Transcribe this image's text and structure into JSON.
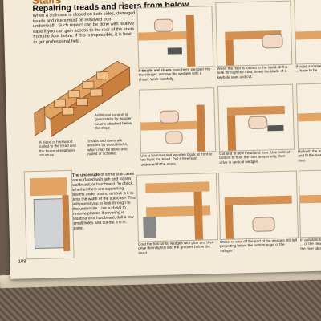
{
  "chapter": "Stairs",
  "title": "Repairing treads and risers from below",
  "intro": "When a staircase is closed on both sides, damaged treads and risers must be removed from underneath. Such repairs can be done with relative ease if you can gain access to the rear of the stairs from the floor below. If this is impossible, it is best to get professional help.",
  "figure_captions": {
    "plywood": "A piece of hardwood nailed to the tread and the beam strengthens structure",
    "support": "Additional support is given stairs by wooden beams attached below the steps",
    "glue_blocks": "Treads and risers are secured by wood blocks, which may be glued and nailed or screwed"
  },
  "underside": {
    "lead": "The underside",
    "text": " of some staircases are surfaced with lath and plaster, wallboard, or hardboard. To check whether there are supporting beams under stairs, remove a 6 in. strip the width of the staircase. This will permit you to look through to the underside. Use a chisel to remove plaster. If covering is wallboard or hardboard, drill a few small holes and cut out a 6-in. panel."
  },
  "steps": [
    {
      "lead": "If treads and risers",
      "text": " have been wedged into the stringer, remove the wedges with a chisel. Work carefully."
    },
    {
      "lead": "",
      "text": "When the riser is jointed to the tread, drill a hole through the front, insert the blade of a keyhole saw, and cut."
    },
    {
      "lead": "",
      "text": "If tread and riser ... have to be ..."
    },
    {
      "lead": "",
      "text": "Use a hammer and wooden block at front to tap back the tread. Pull it free from underneath the stairs."
    },
    {
      "lead": "",
      "text": "Cut and fit new tread and riser. Use nails at bottom to hold the riser temporarily, then drive in vertical wedges."
    },
    {
      "lead": "",
      "text": "Refinish the tread and fit the new riser."
    },
    {
      "lead": "",
      "text": "Coat the horizontal wedges with glue and then drive them tightly into the grooves below the tread."
    },
    {
      "lead": "",
      "text": "Chisel or saw off the part of the wedges still left projecting below the bottom edge of the stringer."
    },
    {
      "lead": "",
      "text": "In a distance of ... of the new ... the riser above."
    }
  ],
  "page_number": "108"
}
